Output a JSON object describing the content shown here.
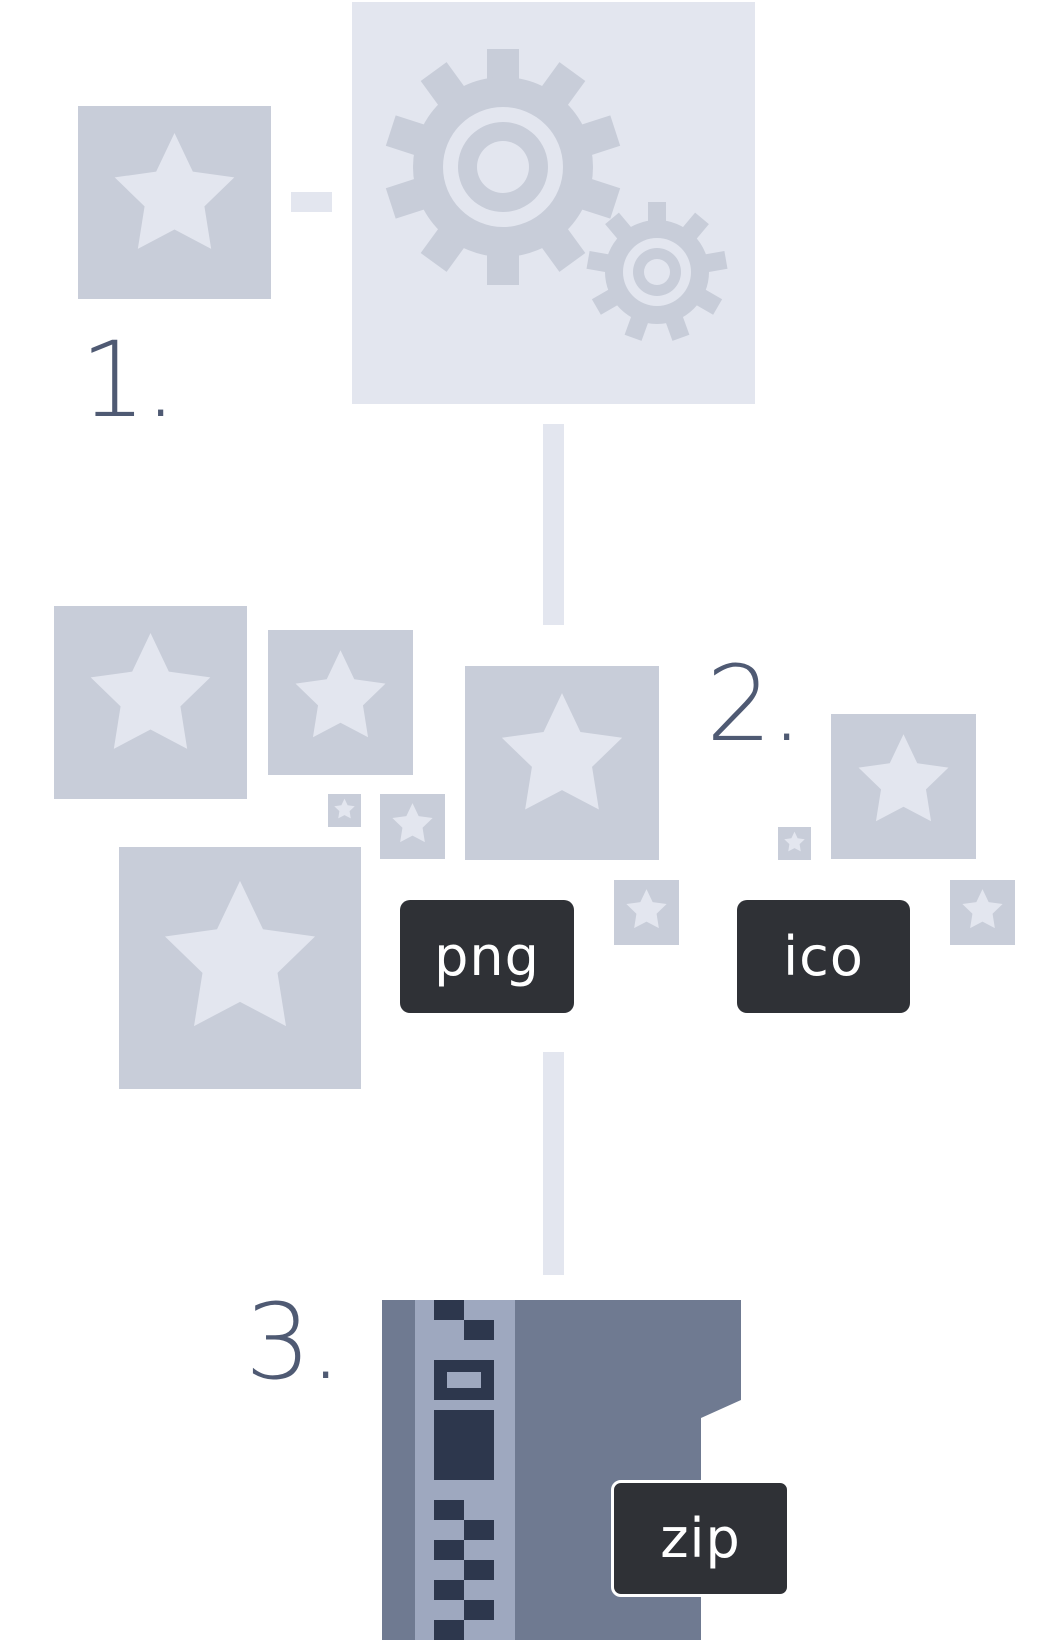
{
  "steps": {
    "one": "1.",
    "two": "2.",
    "three": "3."
  },
  "formats": {
    "png": "png",
    "ico": "ico",
    "zip": "zip"
  },
  "icons": {
    "source": "star-icon",
    "processor": "gears-icon",
    "archive": "zip-archive-icon"
  },
  "colors": {
    "tile": "#c8cdd9",
    "star": "#e3e6ef",
    "light_panel": "#e3e6ef",
    "text": "#4f5a73",
    "badge": "#2f3136",
    "zip_body": "#6f7a91",
    "zip_strip": "#9ea8bf",
    "zip_teeth": "#2d374d"
  }
}
